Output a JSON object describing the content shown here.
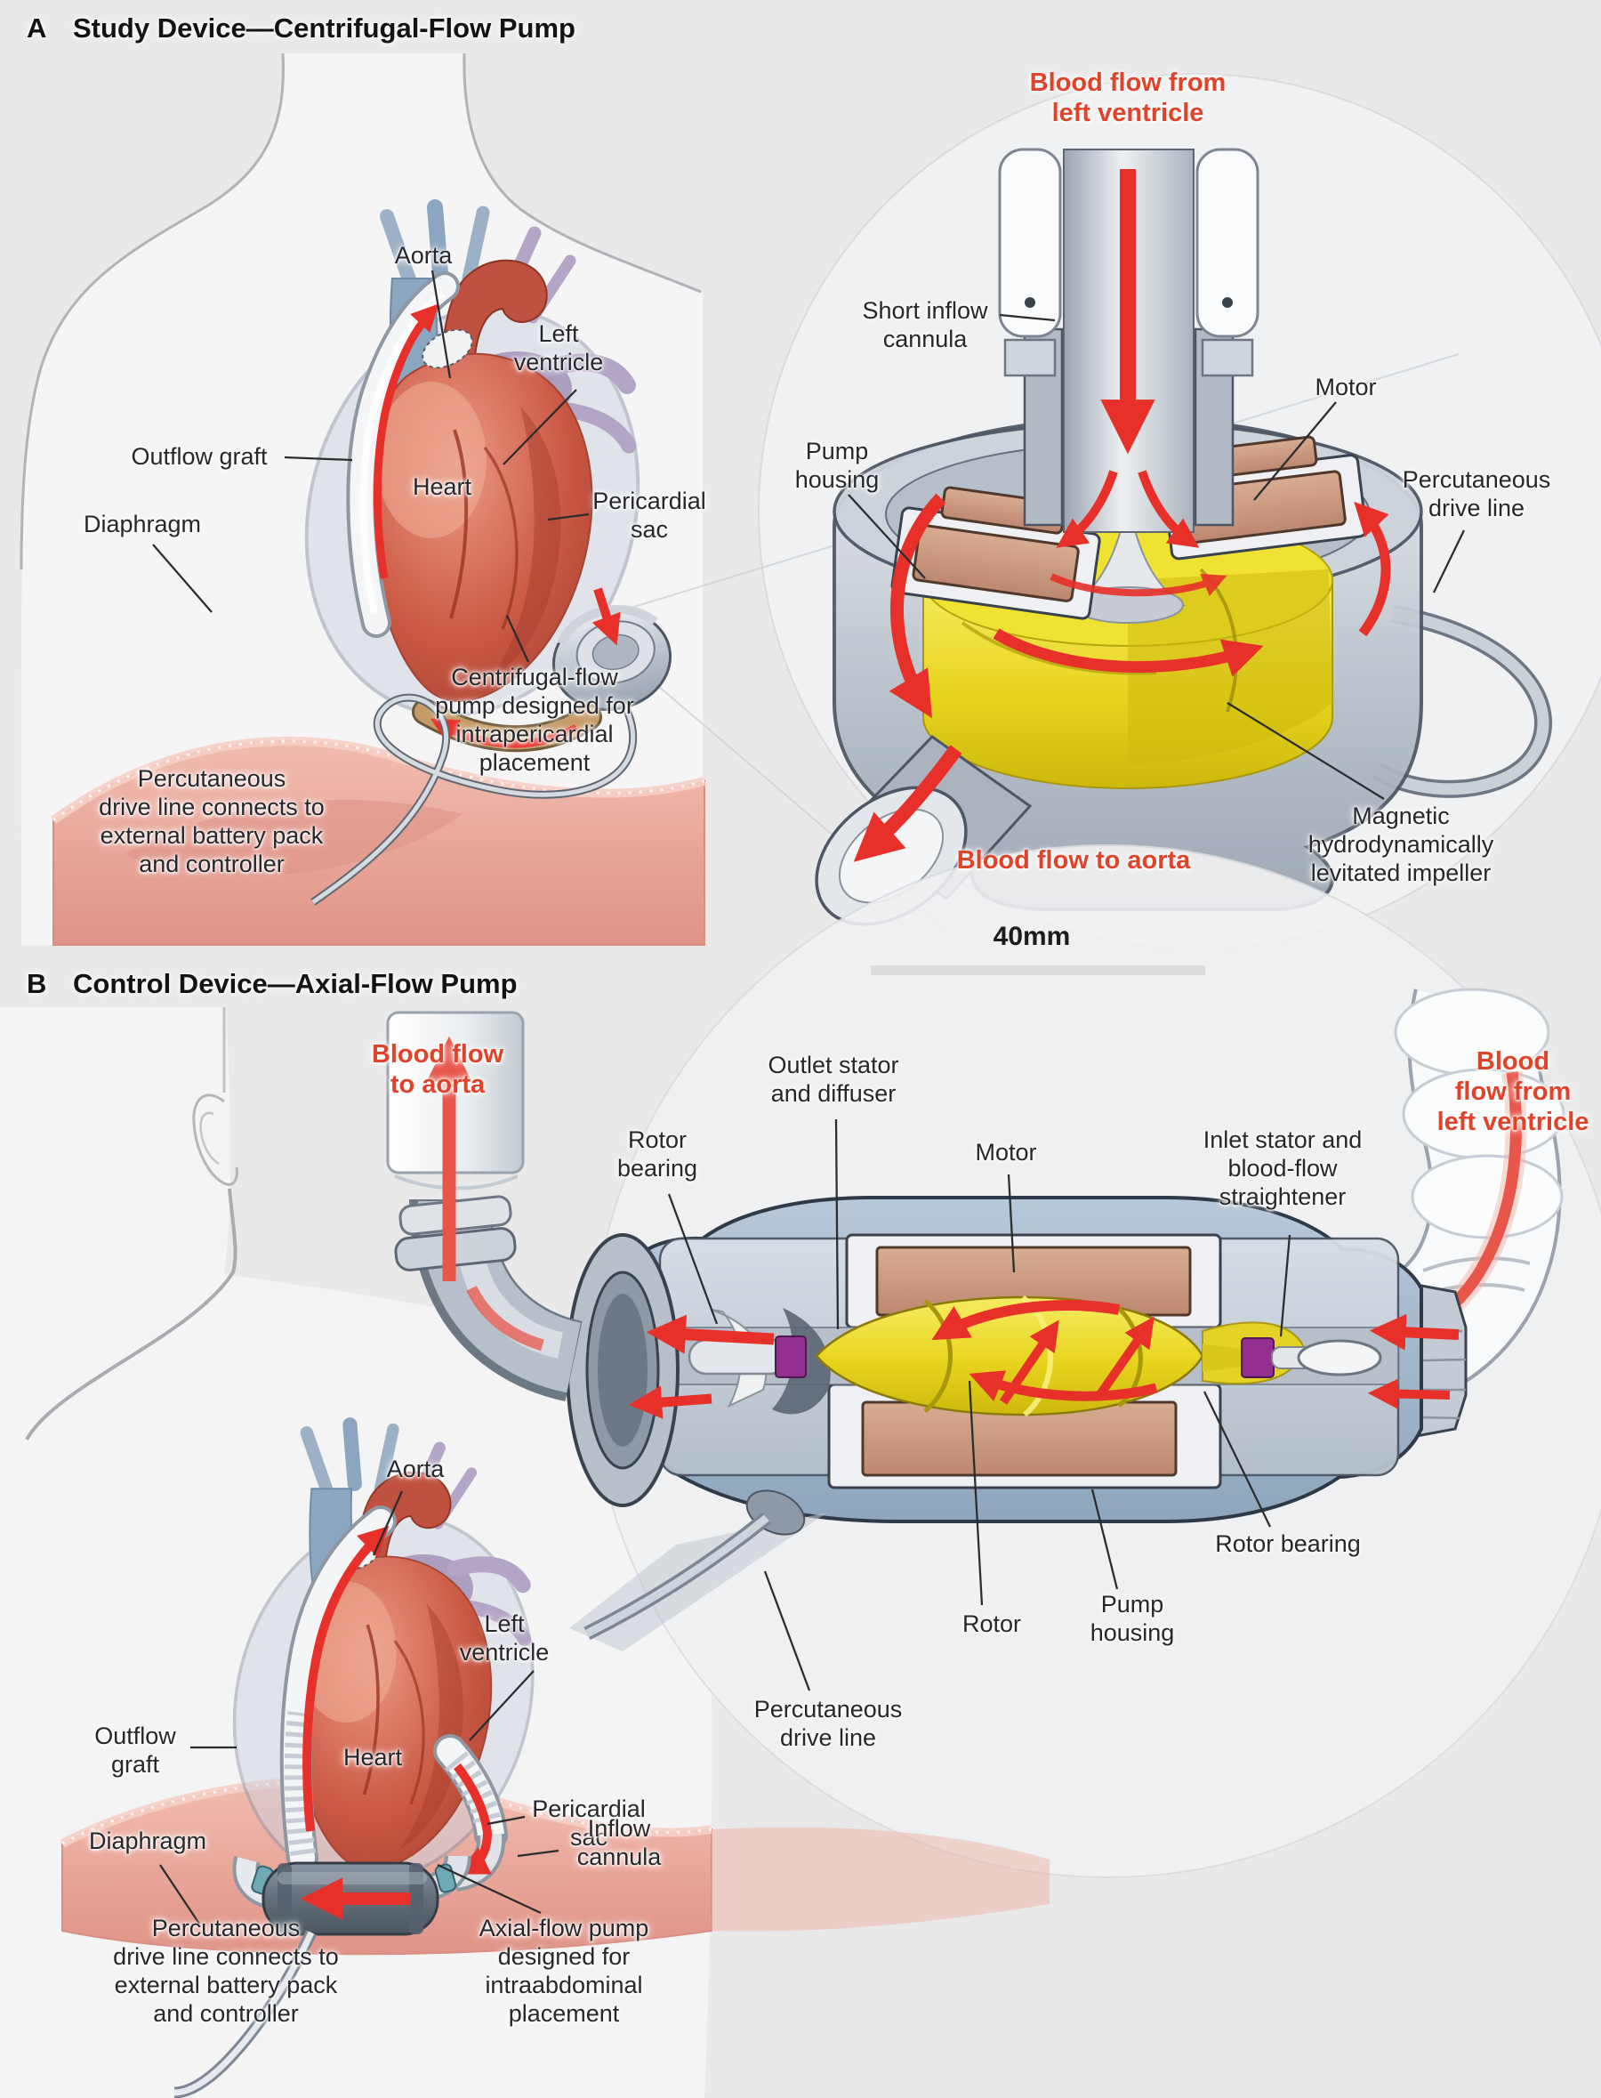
{
  "figure": {
    "panel_a": {
      "letter": "A",
      "title": "Study Device—Centrifugal-Flow Pump",
      "flow_labels": {
        "inflow": "Blood flow from\nleft ventricle",
        "outflow": "Blood flow to aorta"
      },
      "device_labels": {
        "short_inflow_cannula": "Short inflow\ncannula",
        "motor": "Motor",
        "pump_housing": "Pump\nhousing",
        "percutaneous_drive_line": "Percutaneous\ndrive line",
        "impeller": "Magnetic\nhydrodynamically\nlevitated impeller"
      },
      "anatomy_labels": {
        "aorta": "Aorta",
        "left_ventricle": "Left\nventricle",
        "outflow_graft": "Outflow graft",
        "heart": "Heart",
        "pericardial_sac": "Pericardial\nsac",
        "diaphragm": "Diaphragm"
      },
      "notes": {
        "pump_placement": "Centrifugal-flow\npump designed for\nintrapericardial\nplacement",
        "drive_line": "Percutaneous\ndrive line connects to\nexternal battery pack\nand controller"
      }
    },
    "scale_bar": {
      "label": "40mm"
    },
    "panel_b": {
      "letter": "B",
      "title": "Control Device—Axial-Flow Pump",
      "flow_labels": {
        "outflow": "Blood flow\nto aorta",
        "inflow": "Blood\nflow from\nleft ventricle"
      },
      "device_labels": {
        "rotor_bearing_left": "Rotor\nbearing",
        "outlet_stator_diffuser": "Outlet stator\nand diffuser",
        "motor": "Motor",
        "inlet_stator_straightener": "Inlet stator and\nblood-flow\nstraightener",
        "rotor": "Rotor",
        "pump_housing": "Pump\nhousing",
        "rotor_bearing_right": "Rotor bearing",
        "percutaneous_drive_line": "Percutaneous\ndrive line"
      },
      "anatomy_labels": {
        "aorta": "Aorta",
        "left_ventricle": "Left\nventricle",
        "outflow_graft": "Outflow\ngraft",
        "heart": "Heart",
        "pericardial_sac": "Pericardial\nsac",
        "diaphragm": "Diaphragm",
        "inflow_cannula": "Inflow\ncannula"
      },
      "notes": {
        "pump_placement": "Axial-flow pump\ndesigned for\nintraabdominal\nplacement",
        "drive_line": "Percutaneous\ndrive line connects to\nexternal battery pack\nand controller"
      }
    },
    "colors": {
      "label_red": "#e0432a",
      "arrow_red": "#e8302a",
      "impeller_yellow": "#e8d41e",
      "motor_copper": "#c69a85",
      "housing_blue": "#9fb4ca",
      "scale_bar": "#222222"
    }
  }
}
